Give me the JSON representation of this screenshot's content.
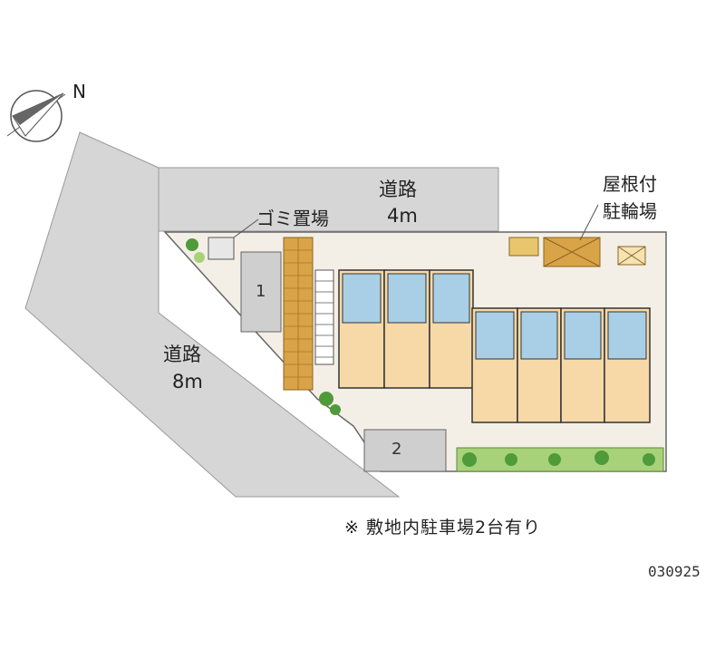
{
  "compass": {
    "north_label": "N"
  },
  "roads": {
    "top": {
      "name": "道路",
      "width": "4m"
    },
    "left": {
      "name": "道路",
      "width": "8m"
    }
  },
  "facilities": {
    "garbage": "ゴミ置場",
    "bicycle_line1": "屋根付",
    "bicycle_line2": "駐輪場"
  },
  "parking_spaces": [
    "1",
    "2"
  ],
  "note": "※ 敷地内駐車場2台有り",
  "property_code": "030925",
  "colors": {
    "road": "#d6d6d6",
    "site": "#f2ece2",
    "unit_room": "#f7d9a8",
    "bath": "#a9cfe6",
    "stair": "#d9a347",
    "tree": "#4f9a3a",
    "hedge": "#a8d27a"
  },
  "units": {
    "upper_row": 3,
    "lower_row": 4
  }
}
